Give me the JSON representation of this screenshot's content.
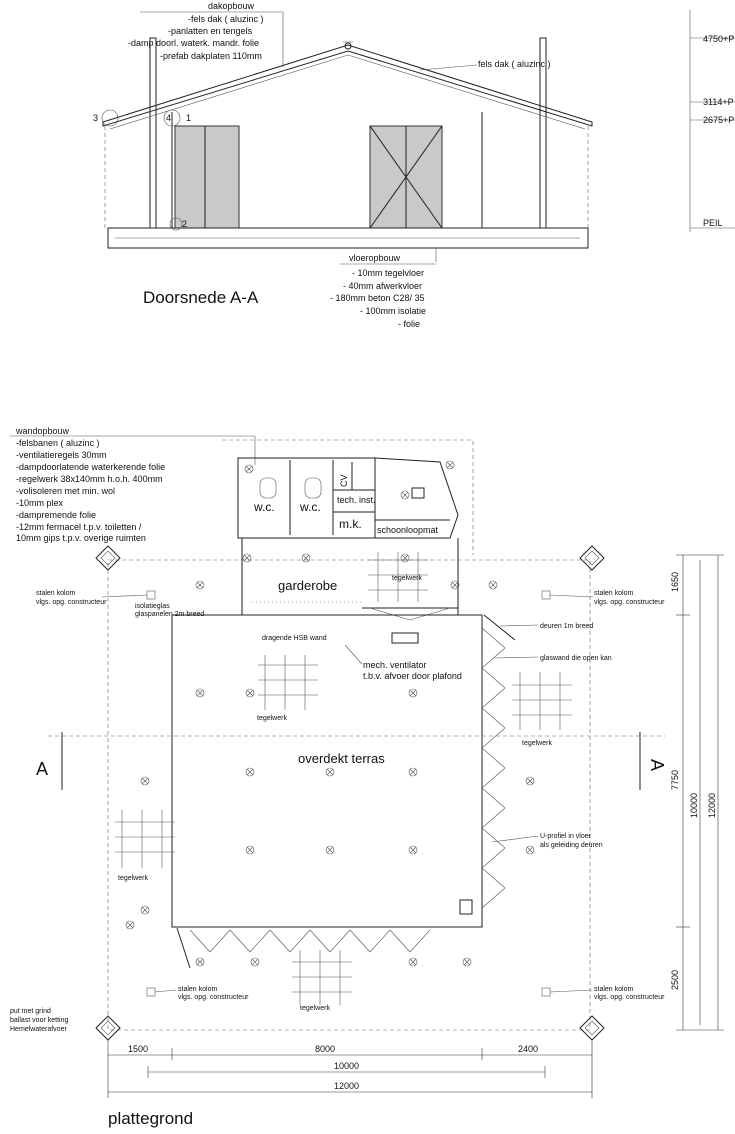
{
  "section": {
    "title": "Doorsnede A-A",
    "roof_heading": "dakopbouw",
    "roof_layers": [
      "-fels dak ( aluzinc )",
      "-panlatten en tengels",
      "-damp doorl. waterk. mandr. folie",
      "-prefab dakplaten 110mm"
    ],
    "roof_label": "fels dak ( aluzinc )",
    "levels": [
      "4750+P",
      "3114+P",
      "2675+P",
      "PEIL"
    ],
    "detail_marks": [
      "1",
      "2",
      "3",
      "4"
    ],
    "floor_heading": "vloeropbouw",
    "floor_layers": [
      "- 10mm tegelvloer",
      "- 40mm afwerkvloer",
      "- 180mm beton C28/ 35",
      "- 100mm isolatie",
      "- folie"
    ]
  },
  "plan": {
    "title": "plattegrond",
    "wall_heading": "wandopbouw",
    "wall_layers": [
      "-felsbanen ( aluzinc )",
      "-ventilatieregels 30mm",
      "-dampdoorlatende waterkerende folie",
      "-regelwerk 38x140mm h.o.h. 400mm",
      "-volisoleren met min. wol",
      "-10mm plex",
      "-dampremende folie",
      "-12mm fermacel t.p.v. toiletten /",
      " 10mm gips t.p.v. overige ruimten"
    ],
    "rooms": {
      "wc1": "w.c.",
      "wc2": "w.c.",
      "cv": "CV",
      "tech": "tech. inst.",
      "mk": "m.k.",
      "mat": "schoonloopmat",
      "garderobe": "garderobe",
      "terras": "overdekt terras"
    },
    "tegelwerk": "tegelwerk",
    "section_mark": "A",
    "notes": {
      "kolom_1": "stalen kolom",
      "kolom_2": "vlgs. opg. constructeur",
      "glas_1": "isolatieglas",
      "glas_2": "glaspanelen 2m breed",
      "hsb": "dragende HSB wand",
      "vent_1": "mech. ventilator",
      "vent_2": "t.b.v. afvoer door plafond",
      "deuren": "deuren 1m breed",
      "glaswand": "glaswand die open kan",
      "uprof_1": "U-profiel in vloer",
      "uprof_2": "als geleiding deuren",
      "put_1": "put met grind",
      "put_2": "ballast voor ketting",
      "put_3": "Hemelwaterafvoer"
    },
    "dims_bottom": [
      "1500",
      "8000",
      "2400",
      "10000",
      "12000"
    ],
    "dims_right": [
      "1650",
      "7750",
      "2500",
      "10000",
      "12000"
    ]
  }
}
